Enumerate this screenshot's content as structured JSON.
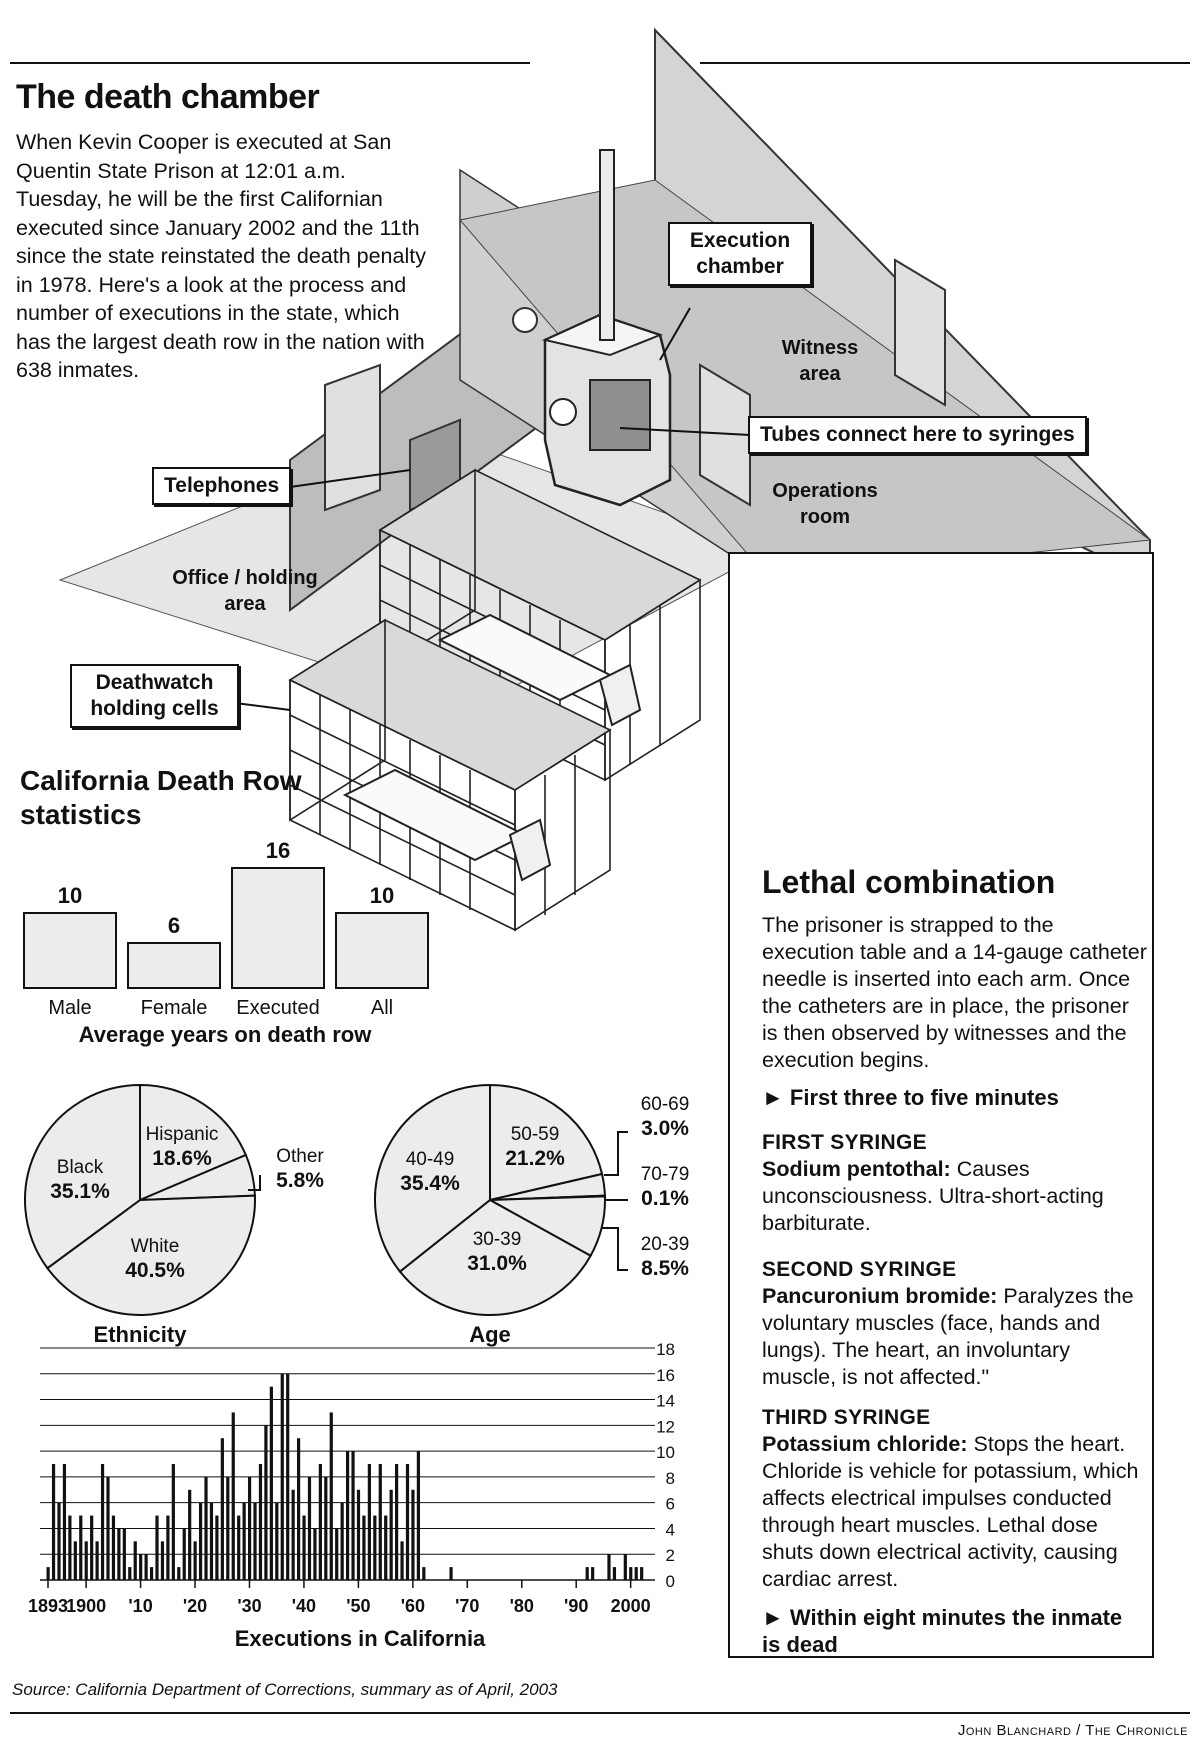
{
  "header": {
    "title": "The death chamber",
    "intro": "When Kevin Cooper is executed at San Quentin State Prison at 12:01 a.m. Tuesday, he will be the first Californian executed since January 2002 and the 11th since the state reinstated the death penalty in 1978. Here's a look at the process and number of executions in the state, which has the largest death row in the nation with 638 inmates."
  },
  "diagram_labels": {
    "execution_chamber": "Execution chamber",
    "witness_area": "Witness area",
    "tubes": "Tubes connect here to syringes",
    "operations_room": "Operations room",
    "telephones": "Telephones",
    "office_holding": "Office / holding area",
    "deathwatch": "Deathwatch holding cells"
  },
  "stats": {
    "title": "California Death Row statistics"
  },
  "lethal": {
    "title": "Lethal combination",
    "intro": "The prisoner is strapped to the execution table and a 14-gauge catheter needle is inserted into each arm. Once the catheters are in place, the prisoner is then observed by witnesses and the execution begins.",
    "first_minutes": "► First three to five minutes",
    "syringe1_title": "FIRST SYRINGE",
    "syringe1_drug": "Sodium pentothal:",
    "syringe1_text": "Causes unconsciousness. Ultra-short-acting barbiturate.",
    "syringe2_title": "SECOND SYRINGE",
    "syringe2_drug": "Pancuronium bromide:",
    "syringe2_text": "Paralyzes the voluntary muscles (face, hands and lungs). The heart, an involuntary muscle, is not affected.\"",
    "syringe3_title": "THIRD SYRINGE",
    "syringe3_drug": "Potassium chloride:",
    "syringe3_text": "Stops the heart. Chloride is vehicle for potassium, which affects electrical impulses conducted through heart muscles. Lethal dose shuts down electrical activity, causing cardiac arrest.",
    "end_note": "► Within eight minutes the inmate is dead"
  },
  "footer": {
    "source": "Source: California Department of Corrections, summary as of April, 2003",
    "credit": "John Blanchard / The Chronicle"
  },
  "chart_data": [
    {
      "type": "bar",
      "title": "Average years on death row",
      "categories": [
        "Male",
        "Female",
        "Executed",
        "All"
      ],
      "values": [
        10,
        6,
        16,
        10
      ],
      "ylim": [
        0,
        18
      ]
    },
    {
      "type": "pie",
      "title": "Ethnicity",
      "slices": [
        {
          "label": "Hispanic",
          "value": 18.6,
          "text": "18.6%"
        },
        {
          "label": "Other",
          "value": 5.8,
          "text": "5.8%"
        },
        {
          "label": "White",
          "value": 40.5,
          "text": "40.5%"
        },
        {
          "label": "Black",
          "value": 35.1,
          "text": "35.1%"
        }
      ]
    },
    {
      "type": "pie",
      "title": "Age",
      "slices": [
        {
          "label": "50-59",
          "value": 21.2,
          "text": "21.2%"
        },
        {
          "label": "60-69",
          "value": 3.0,
          "text": "3.0%"
        },
        {
          "label": "70-79",
          "value": 0.1,
          "text": "0.1%"
        },
        {
          "label": "20-39",
          "value": 8.5,
          "text": "8.5%"
        },
        {
          "label": "30-39",
          "value": 31.0,
          "text": "31.0%"
        },
        {
          "label": "40-49",
          "value": 35.4,
          "text": "35.4%"
        }
      ]
    },
    {
      "type": "bar",
      "title": "Executions in California",
      "x_tick_labels": [
        "1893",
        "1900",
        "'10",
        "'20",
        "'30",
        "'40",
        "'50",
        "'60",
        "'70",
        "'80",
        "'90",
        "2000"
      ],
      "y_ticks": [
        "0",
        "2",
        "4",
        "6",
        "8",
        "10",
        "12",
        "14",
        "16",
        "18"
      ],
      "ylim": [
        0,
        18
      ],
      "x": [
        1893,
        1894,
        1895,
        1896,
        1897,
        1898,
        1899,
        1900,
        1901,
        1902,
        1903,
        1904,
        1905,
        1906,
        1907,
        1908,
        1909,
        1910,
        1911,
        1912,
        1913,
        1914,
        1915,
        1916,
        1917,
        1918,
        1919,
        1920,
        1921,
        1922,
        1923,
        1924,
        1925,
        1926,
        1927,
        1928,
        1929,
        1930,
        1931,
        1932,
        1933,
        1934,
        1935,
        1936,
        1937,
        1938,
        1939,
        1940,
        1941,
        1942,
        1943,
        1944,
        1945,
        1946,
        1947,
        1948,
        1949,
        1950,
        1951,
        1952,
        1953,
        1954,
        1955,
        1956,
        1957,
        1958,
        1959,
        1960,
        1961,
        1962,
        1963,
        1964,
        1965,
        1966,
        1967,
        1968,
        1969,
        1970,
        1971,
        1972,
        1973,
        1974,
        1975,
        1976,
        1977,
        1978,
        1979,
        1980,
        1981,
        1982,
        1983,
        1984,
        1985,
        1986,
        1987,
        1988,
        1989,
        1990,
        1991,
        1992,
        1993,
        1994,
        1995,
        1996,
        1997,
        1998,
        1999,
        2000,
        2001,
        2002
      ],
      "values": [
        1,
        9,
        6,
        9,
        5,
        3,
        5,
        3,
        5,
        3,
        9,
        8,
        5,
        4,
        4,
        1,
        3,
        2,
        2,
        1,
        5,
        3,
        5,
        9,
        1,
        4,
        7,
        3,
        6,
        8,
        6,
        5,
        11,
        8,
        13,
        5,
        6,
        8,
        6,
        9,
        12,
        15,
        6,
        16,
        16,
        7,
        11,
        5,
        8,
        4,
        9,
        8,
        13,
        4,
        6,
        10,
        10,
        7,
        5,
        9,
        5,
        9,
        5,
        7,
        9,
        3,
        9,
        7,
        10,
        1,
        0,
        0,
        0,
        0,
        1,
        0,
        0,
        0,
        0,
        0,
        0,
        0,
        0,
        0,
        0,
        0,
        0,
        0,
        0,
        0,
        0,
        0,
        0,
        0,
        0,
        0,
        0,
        0,
        0,
        1,
        1,
        0,
        0,
        2,
        1,
        0,
        2,
        1,
        1,
        1
      ]
    }
  ]
}
